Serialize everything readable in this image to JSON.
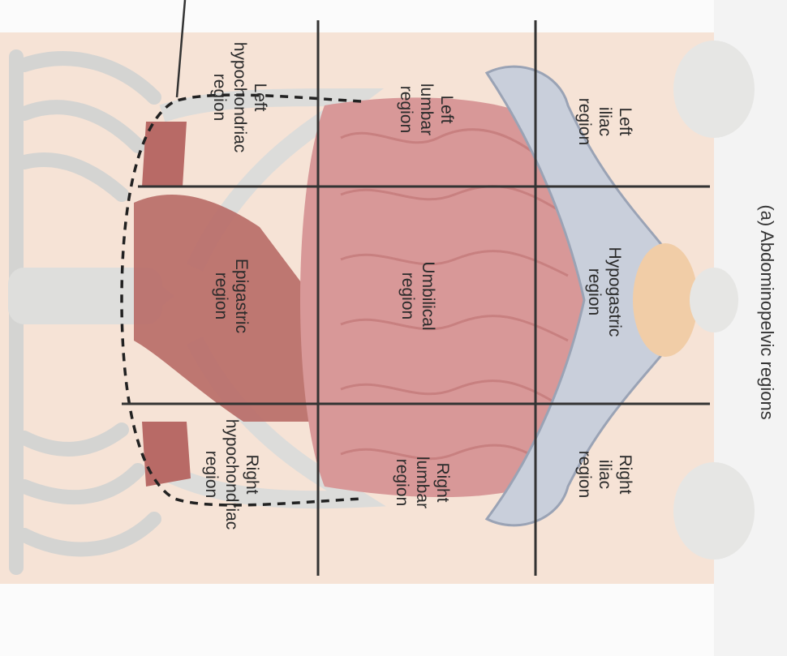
{
  "figure": {
    "caption": "(a) Abdominopelvic regions",
    "regions": [
      {
        "id": "left-hypochondriac",
        "lines": [
          "Left",
          "hypochondriac",
          "region"
        ]
      },
      {
        "id": "left-lumbar",
        "lines": [
          "Left",
          "lumbar",
          "region"
        ]
      },
      {
        "id": "left-iliac",
        "lines": [
          "Left",
          "iliac",
          "region"
        ]
      },
      {
        "id": "epigastric",
        "lines": [
          "Epigastric",
          "region"
        ]
      },
      {
        "id": "umbilical",
        "lines": [
          "Umbilical",
          "region"
        ]
      },
      {
        "id": "hypogastric",
        "lines": [
          "Hypogastric",
          "region"
        ]
      },
      {
        "id": "right-hypochondriac",
        "lines": [
          "Right",
          "hypochondriac",
          "region"
        ]
      },
      {
        "id": "right-lumbar",
        "lines": [
          "Right",
          "lumbar",
          "region"
        ]
      },
      {
        "id": "right-iliac",
        "lines": [
          "Right",
          "iliac",
          "region"
        ]
      }
    ]
  },
  "colors": {
    "skin": "#f6e3d6",
    "bone": "#dcdcda",
    "muscle": "#b86a66",
    "intestine": "#d89898",
    "pelvis": "#c9cfdb",
    "grid": "#333333"
  }
}
